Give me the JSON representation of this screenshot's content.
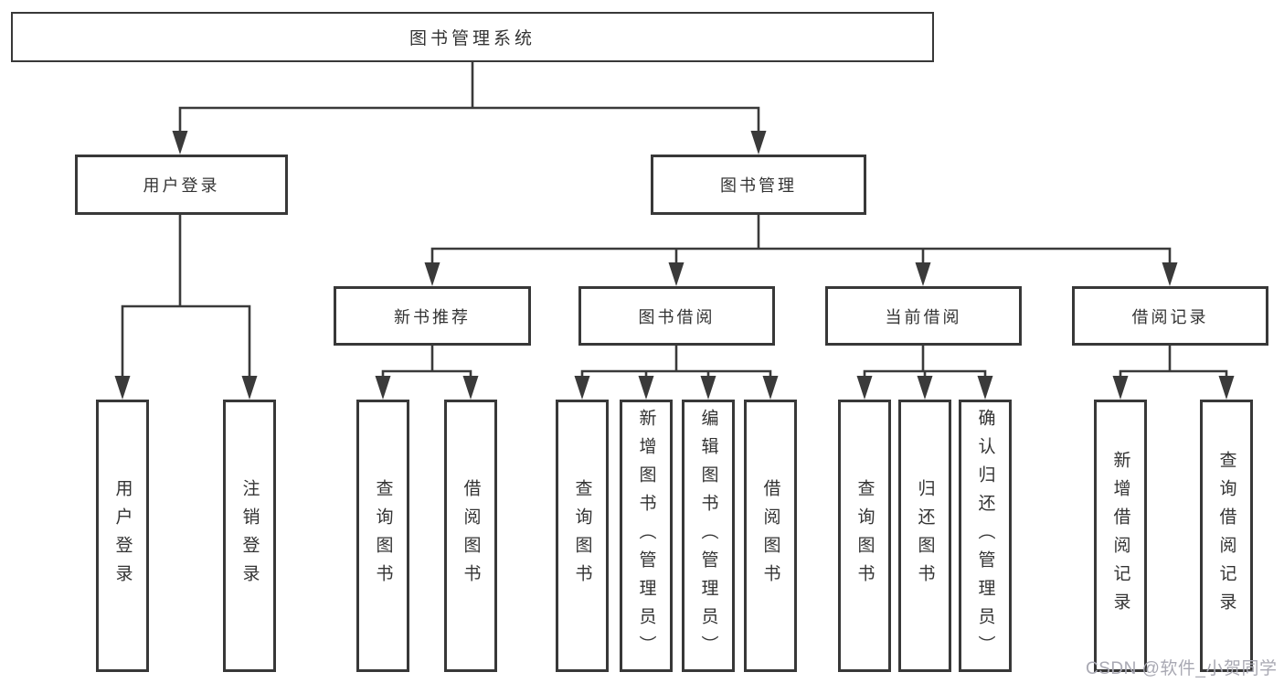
{
  "diagram": {
    "title": "图书管理系统",
    "root": {
      "label": "图书管理系统"
    },
    "level2": [
      {
        "id": "user-login",
        "label": "用户登录",
        "parent": "图书管理系统"
      },
      {
        "id": "book-management",
        "label": "图书管理",
        "parent": "图书管理系统"
      }
    ],
    "level3": [
      {
        "id": "new-book-recommendation",
        "label": "新书推荐",
        "parent": "图书管理"
      },
      {
        "id": "book-borrowing",
        "label": "图书借阅",
        "parent": "图书管理"
      },
      {
        "id": "current-borrowing",
        "label": "当前借阅",
        "parent": "图书管理"
      },
      {
        "id": "borrowing-records",
        "label": "借阅记录",
        "parent": "图书管理"
      }
    ],
    "leaves": [
      {
        "label": "用户登录",
        "parent": "用户登录"
      },
      {
        "label": "注销登录",
        "parent": "用户登录"
      },
      {
        "label": "查询图书",
        "parent": "新书推荐"
      },
      {
        "label": "借阅图书",
        "parent": "新书推荐"
      },
      {
        "label": "查询图书",
        "parent": "图书借阅"
      },
      {
        "label": "新增图书（管理员）",
        "parent": "图书借阅"
      },
      {
        "label": "编辑图书（管理员）",
        "parent": "图书借阅"
      },
      {
        "label": "借阅图书",
        "parent": "图书借阅"
      },
      {
        "label": "查询图书",
        "parent": "当前借阅"
      },
      {
        "label": "归还图书",
        "parent": "当前借阅"
      },
      {
        "label": "确认归还（管理员）",
        "parent": "当前借阅"
      },
      {
        "label": "新增借阅记录",
        "parent": "借阅记录"
      },
      {
        "label": "查询借阅记录",
        "parent": "借阅记录"
      }
    ]
  },
  "watermark": "CSDN @软件_小贺同学",
  "colors": {
    "line": "#3a3a3a",
    "box_border": "#383838",
    "text": "#333333",
    "watermark": "#a9a9b3",
    "background": "#ffffff"
  }
}
